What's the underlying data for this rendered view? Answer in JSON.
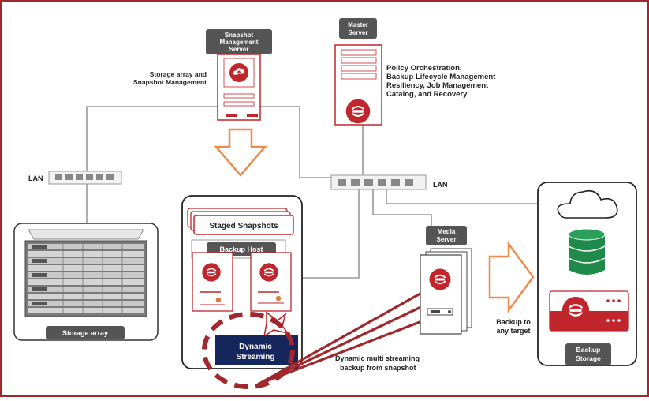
{
  "colors": {
    "brand_red": "#c0262c",
    "frame_red": "#a0282c",
    "dark_label": "#555555",
    "navy": "#14265c",
    "db_green": "#1e8b4a",
    "arrow_orange": "#ef8a4a",
    "line_gray": "#9a9a9a"
  },
  "labels": {
    "snapshot_mgmt_server": [
      "Snapshot",
      "Management",
      "Server"
    ],
    "storage_array_mgmt": [
      "Storage array and",
      "Snapshot Management"
    ],
    "master_server": [
      "Master",
      "Server"
    ],
    "master_roles": [
      "Policy Orchestration,",
      "Backup Lifecycle Management",
      "Resiliency, Job Management",
      "Catalog, and Recovery"
    ],
    "lan_left": "LAN",
    "lan_right": "LAN",
    "staged_snapshots": "Staged Snapshots",
    "backup_host": "Backup Host",
    "dynamic_streaming": [
      "Dynamic",
      "Streaming"
    ],
    "media_server": [
      "Media",
      "Server"
    ],
    "storage_array": "Storage array",
    "dynamic_multi": [
      "Dynamic multi streaming",
      "backup from snapshot"
    ],
    "backup_to_target": [
      "Backup to",
      "any target"
    ],
    "backup_storage": [
      "Backup",
      "Storage"
    ]
  },
  "icons": [
    "cloud-upload-icon",
    "backup-logo-icon",
    "cloud-icon",
    "database-icon",
    "network-switch-icon",
    "server-rack-icon",
    "hollow-arrow-icon"
  ]
}
